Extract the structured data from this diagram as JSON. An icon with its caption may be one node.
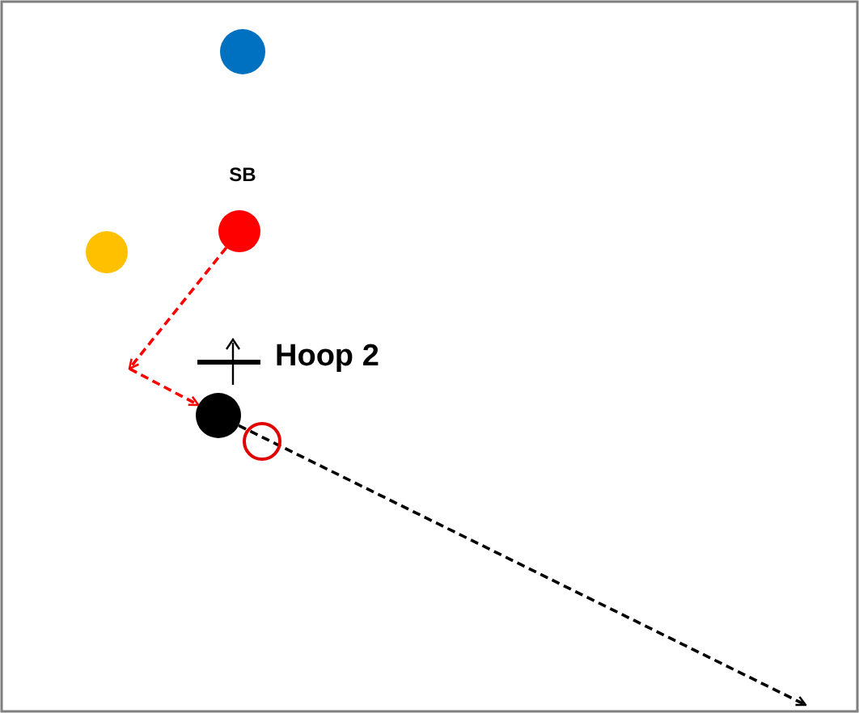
{
  "diagram": {
    "nodes": [
      {
        "text": [],
        "shape": "circle"
      },
      {
        "text": [],
        "shape": "circle"
      },
      {
        "text": [],
        "shape": "circle",
        "beside": [
          "SB"
        ]
      },
      {
        "text": [],
        "shape": "circle"
      },
      {
        "text": [],
        "shape": "circle"
      }
    ],
    "edges": [
      {
        "from": 2,
        "to": 3,
        "arrow": "to",
        "style": "dashed"
      },
      {
        "from": 3,
        "to": null,
        "arrow": "to",
        "style": "dashed",
        "color": "#000000"
      }
    ],
    "labels": [
      "Hoop 2"
    ]
  }
}
